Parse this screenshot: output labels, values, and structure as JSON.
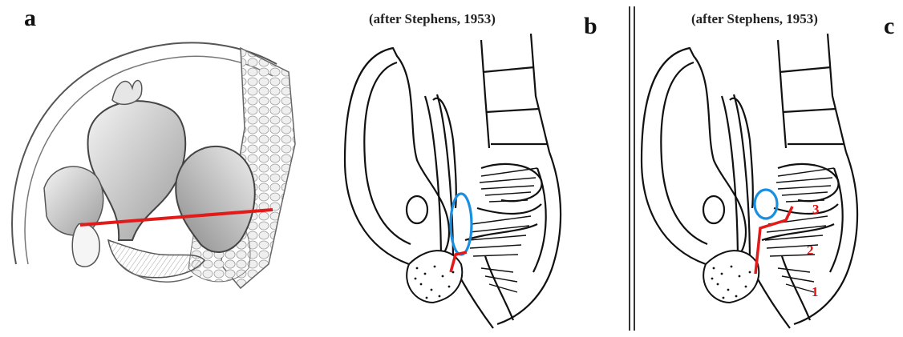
{
  "panels": [
    {
      "letter": "a"
    },
    {
      "letter": "b",
      "caption": "(after Stephens, 1953)"
    },
    {
      "letter": "c",
      "caption": "(after Stephens, 1953)",
      "markers": [
        "3",
        "2",
        "1"
      ]
    }
  ],
  "colors": {
    "line": "#111111",
    "annotation_red": "#e21a1a",
    "annotation_blue": "#1a8fe0",
    "shading": "#9a9a9a"
  }
}
